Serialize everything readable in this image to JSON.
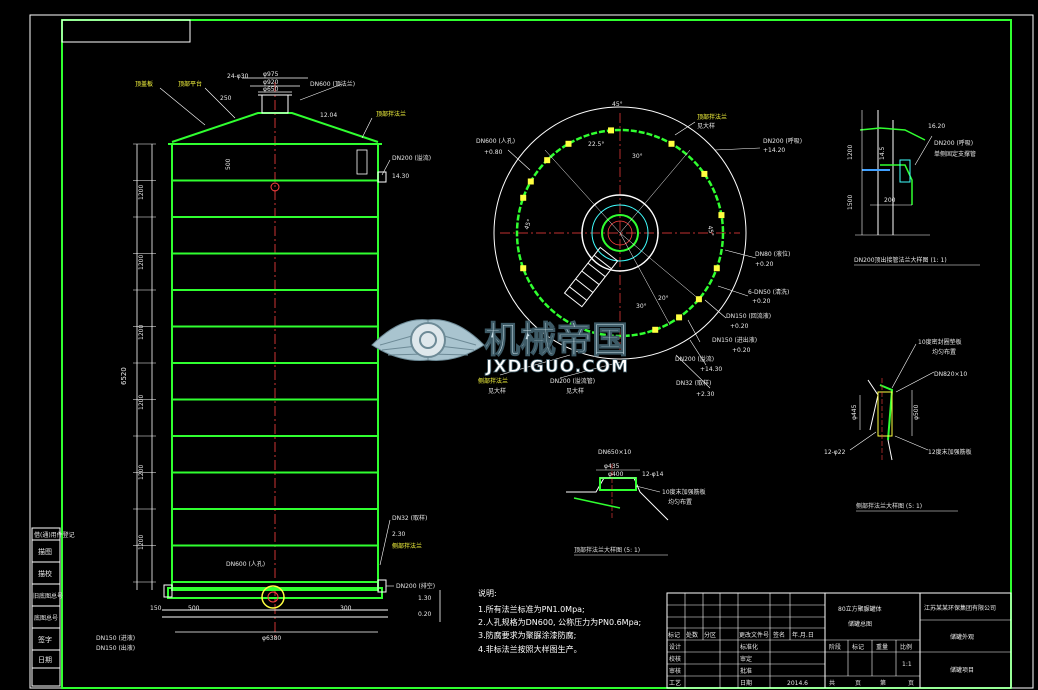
{
  "colors": {
    "background": "#000000",
    "frame": "#ffffff",
    "vessel": "#30ff30",
    "centerline": "#ff4040",
    "dimension": "#ffffff",
    "annotation": "#ffff40",
    "accent": "#40ffff"
  },
  "elevation": {
    "labels": {
      "top_plate": "顶盖板",
      "platform": "顶部平台",
      "roof_flange": "顶部拌法兰",
      "dn600_top": "DN600 (顶法兰)",
      "dn200_side": "DN200 (溢流)",
      "dn32": "DN32 (取样)",
      "side_flange": "侧部拌法兰",
      "dn200_drain": "DN200 (排空)",
      "dn600_manhole": "DN600 (人孔)",
      "dn150_in": "DN150 (进液)",
      "dn150_out": "DN150 (出液)"
    },
    "dims": {
      "d975": "φ975",
      "d920": "φ920",
      "d650": "φ650",
      "d6380": "φ6380",
      "d24": "24-φ30",
      "h6520": "6520",
      "h1200": "1200",
      "h500": "500",
      "h250": "250",
      "h14_30": "14.30",
      "h12_04": "12.04",
      "h2_30": "2.30",
      "h1_30": "1.30",
      "h0_20": "0.20",
      "w150": "150",
      "w500": "500",
      "w300": "300"
    }
  },
  "plan": {
    "labels": {
      "manhole": "DN600 (人孔)",
      "manhole_el": "+0.80",
      "roof_flange": "顶部拌法兰",
      "roof_flange2": "见大样",
      "dn200_r": "DN200 (呼吸)",
      "dn200_r_el": "+14.20",
      "dn80": "DN80 (液位)",
      "dn80_el": "+0.20",
      "dn50": "6-DN50 (清洗)",
      "dn50_el": "+0.20",
      "dn150a": "DN150 (回流液)",
      "dn150a_el": "+0.20",
      "dn150b": "DN150 (进出液)",
      "dn150b_el": "+0.20",
      "dn200b": "DN200 (溢流)",
      "dn200b_el": "+14.30",
      "dn32": "DN32 (取样)",
      "dn32_el": "+2.30",
      "side_flange": "侧部拌法兰",
      "side_flange2": "见大样",
      "dn200c": "DN200 (溢流管)",
      "dn200c2": "见大样"
    },
    "angles": [
      "45°",
      "22.5°",
      "30°",
      "45°",
      "45°",
      "30°",
      "20°"
    ]
  },
  "detail_top_right": {
    "title": "DN200顶出接管法兰大样图 (1: 1)",
    "callout1": "DN200 (呼吸)",
    "callout2": "单侧固定支撑管",
    "dims": [
      "16.20",
      "1200",
      "1500",
      "200",
      "14.5"
    ]
  },
  "detail_mid_right": {
    "title": "侧部拌法兰大样图 (5: 1)",
    "callout1": "10度密封圈垫板",
    "callout2": "均匀布置",
    "callout3": "DN820×10",
    "callout4": "12-φ22",
    "callout5": "12度末加强筋板",
    "dims": [
      "φ445",
      "φ500"
    ]
  },
  "detail_bottom": {
    "title": "顶部拌法兰大样图 (5: 1)",
    "header": "DN650×10",
    "dims": [
      "φ435",
      "φ400",
      "12-φ14"
    ],
    "callout1": "10度末加强筋板",
    "callout2": "均匀布置"
  },
  "notes": {
    "heading": "说明:",
    "items": [
      "1.所有法兰标准为PN1.0Mpa;",
      "2.人孔规格为DN600, 公称压力为PN0.6Mpa;",
      "3.防腐要求为聚脲涂漆防腐;",
      "4.非标法兰按照大样图生产。"
    ]
  },
  "title_block": {
    "project_line1": "80立方聚脲罐体",
    "project_line2": "储罐总图",
    "company": "江苏某某环保集团有限公司",
    "drawing_title": "储罐外观",
    "project_name": "储罐项目",
    "row_labels": [
      "标记",
      "处数",
      "分区",
      "更改文件号",
      "签名",
      "年.月.日"
    ],
    "row2": [
      "设计",
      "",
      "标准化"
    ],
    "row3": [
      "校核",
      "",
      "审定"
    ],
    "row4": [
      "审核",
      "",
      "批准"
    ],
    "row5": [
      "工艺",
      "",
      "日期",
      "2014.6"
    ],
    "stage_labels": [
      "阶段",
      "标记",
      "重量",
      "比例"
    ],
    "scale": "1:1",
    "sheet": [
      "共",
      "页",
      "第",
      "页"
    ]
  },
  "left_strip": {
    "items": [
      "描图",
      "描校",
      "旧底图总号",
      "底图总号",
      "签字",
      "日期"
    ],
    "header": "借(通)用件登记"
  },
  "watermark": {
    "cn": "机械帝国",
    "en": "JXDIGUO.COM"
  }
}
